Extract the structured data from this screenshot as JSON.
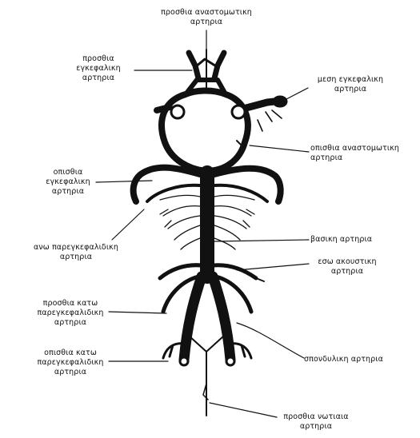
{
  "labels": {
    "anterior_communicating": [
      "προσθια αναστομωτικη",
      "αρτηρια"
    ],
    "anterior_cerebral": [
      "προσθια",
      "εγκεφαλικη",
      "αρτηρια"
    ],
    "middle_cerebral": [
      "μεση εγκεφαλικη",
      "αρτηρια"
    ],
    "posterior_communicating": [
      "οπισθια αναστομωτικη",
      "αρτηρια"
    ],
    "posterior_cerebral": [
      "οπισθια",
      "εγκεφαλικη",
      "αρτηρια"
    ],
    "superior_cerebellar": [
      "ανω παρεγκεφαλιδικη",
      "αρτηρια"
    ],
    "basilar": [
      "βασικη αρτηρια"
    ],
    "internal_auditory": [
      "εσω ακουστικη",
      "αρτηρια"
    ],
    "anterior_inferior_cerebellar": [
      "προσθια κατω",
      "παρεγκεφαλιδικη",
      "αρτηρια"
    ],
    "vertebral": [
      "σπονδυλικη αρτηρια"
    ],
    "posterior_inferior_cerebellar": [
      "οπισθια κατω",
      "παρεγκεφαλιδικη",
      "αρτηρια"
    ],
    "anterior_spinal": [
      "προσθια νωτιαια",
      "αρτηρια"
    ]
  },
  "colors": {
    "ink": "#111111",
    "background": "#ffffff"
  }
}
